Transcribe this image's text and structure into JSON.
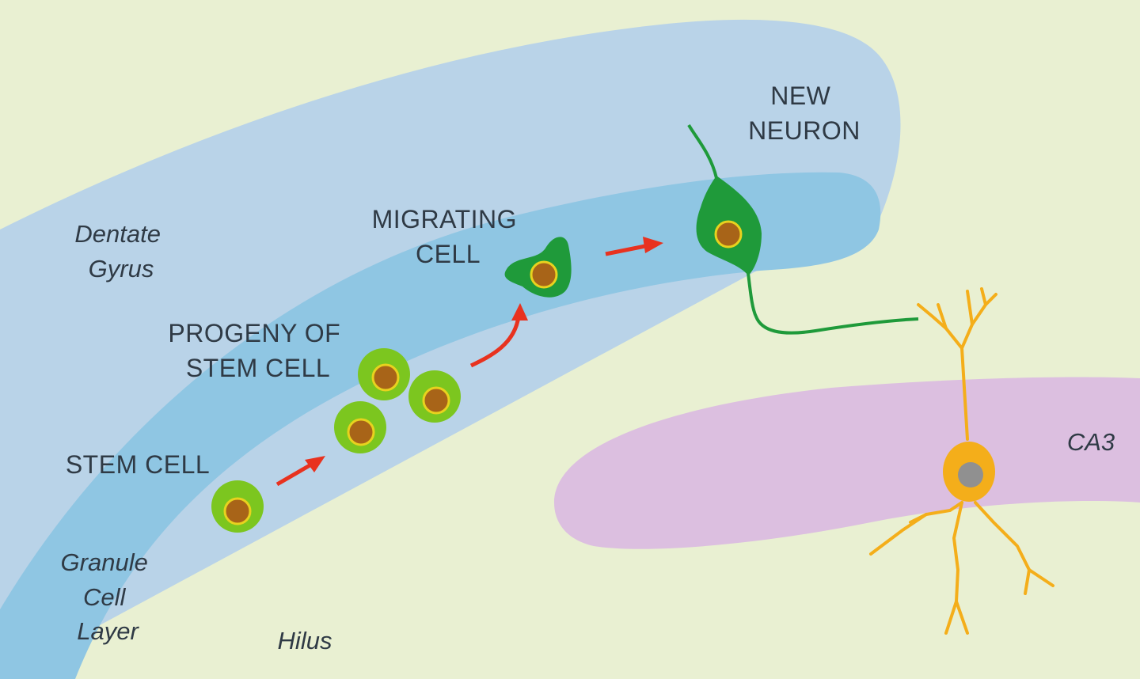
{
  "labels": {
    "dentate_gyrus": [
      "Dentate",
      "Gyrus"
    ],
    "granule_cell_layer": [
      "Granule",
      "Cell",
      "Layer"
    ],
    "hilus": "Hilus",
    "ca3": "CA3",
    "stem_cell": "STEM CELL",
    "progeny": [
      "PROGENY OF",
      "STEM CELL"
    ],
    "migrating_cell": [
      "MIGRATING",
      "CELL"
    ],
    "new_neuron": [
      "NEW",
      "NEURON"
    ]
  },
  "colors": {
    "background": "#e9f0d2",
    "dentate_region": "#b9d3e8",
    "granule_layer": "#8fc6e3",
    "ca3_region": "#dcbfe0",
    "cell_green": "#7cc61f",
    "neuron_green": "#1f9a3a",
    "nucleus": "#a86418",
    "ca3_neuron": "#f4ae1a",
    "arrow": "#e8321f"
  }
}
